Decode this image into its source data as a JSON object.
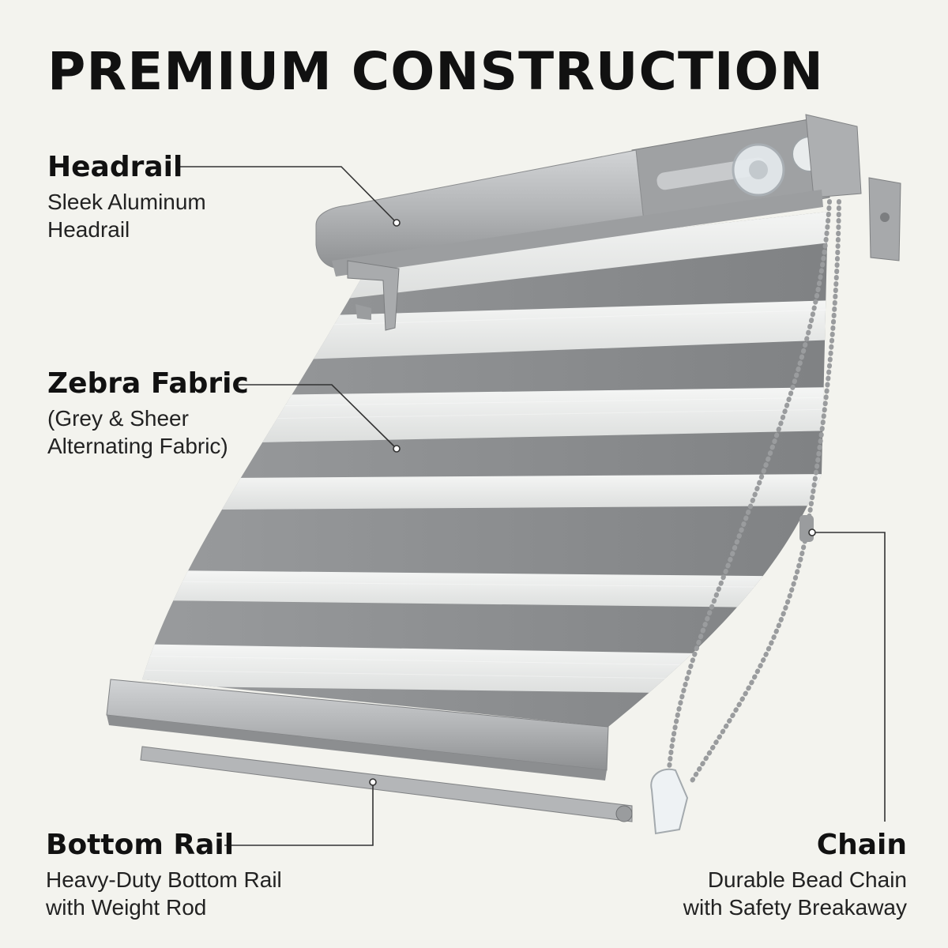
{
  "title": "PREMIUM CONSTRUCTION",
  "callouts": {
    "headrail": {
      "heading": "Headrail",
      "description": "Sleek Aluminum\nHeadrail"
    },
    "fabric": {
      "heading": "Zebra Fabric",
      "description": "(Grey & Sheer\nAlternating Fabric)"
    },
    "bottom_rail": {
      "heading": "Bottom Rail",
      "description": "Heavy-Duty Bottom Rail\nwith Weight Rod"
    },
    "chain": {
      "heading": "Chain",
      "description": "Durable Bead Chain\nwith Safety Breakaway"
    }
  },
  "colors": {
    "background": "#f3f3ee",
    "aluminum": "#b9bbbd",
    "fabric_grey": "#8d8f91",
    "sheer": "#eceeed",
    "leader_line": "#333333"
  }
}
